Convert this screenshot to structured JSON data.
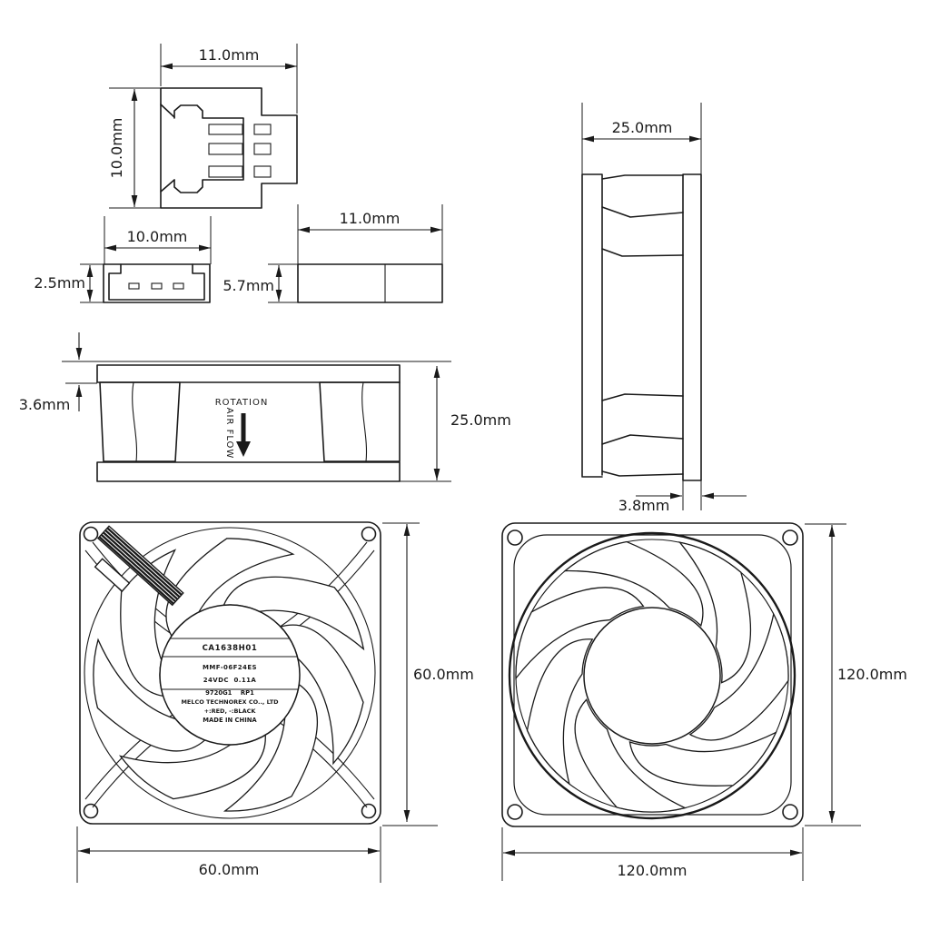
{
  "colors": {
    "ink": "#1a1a1a",
    "background": "#ffffff"
  },
  "views": {
    "plug_top": {
      "width": "11.0mm",
      "height": "10.0mm"
    },
    "plug_front": {
      "width": "10.0mm",
      "height": "2.5mm"
    },
    "plug_side": {
      "width": "11.0mm",
      "height": "5.7mm"
    },
    "fan_side": {
      "flange": "3.6mm",
      "depth": "25.0mm",
      "rotation": "ROTATION",
      "airflow": "AIR FLOW"
    },
    "fan_section": {
      "depth": "25.0mm",
      "flange": "3.8mm"
    },
    "fan_front": {
      "size_right": "60.0mm",
      "size_bottom": "60.0mm",
      "hub": {
        "line1": "CA1638H01",
        "line2": "MMF-06F24ES",
        "line3": "24VDC  0.11A",
        "line4": "9720G1    RP1",
        "line5": "MELCO TECHNOREX CO.., LTD",
        "line6": "+:RED, -:BLACK",
        "line7": "MADE IN CHINA"
      }
    },
    "fan_rear": {
      "size_right": "120.0mm",
      "size_bottom": "120.0mm"
    }
  }
}
